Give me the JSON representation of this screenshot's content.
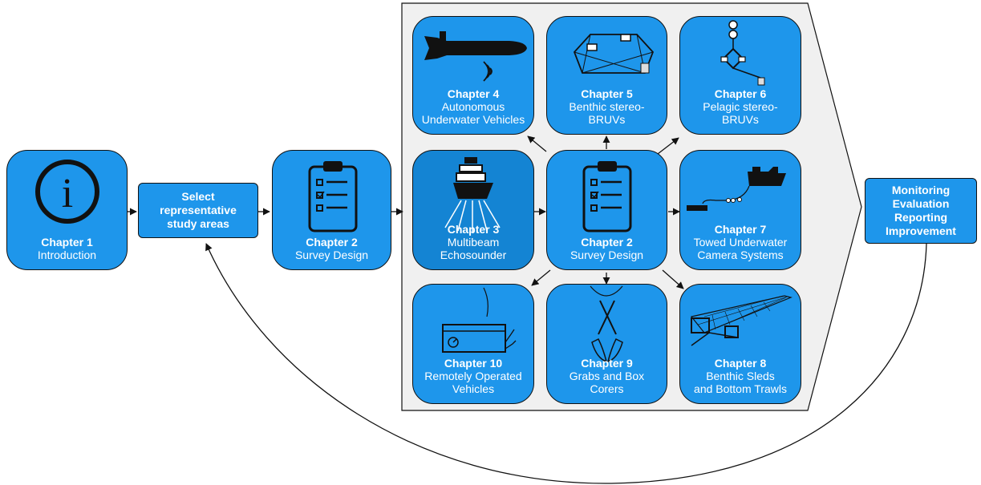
{
  "nodes": {
    "ch1": {
      "title": "Chapter 1",
      "sub": "Introduction",
      "icon": "info-icon"
    },
    "select": {
      "lines": [
        "Select",
        "representative",
        "study areas"
      ]
    },
    "ch2_left": {
      "title": "Chapter 2",
      "sub": "Survey Design",
      "icon": "clipboard-icon"
    },
    "ch3": {
      "title": "Chapter 3",
      "sub": [
        "Multibeam",
        "Echosounder"
      ],
      "icon": "ship-sonar-icon"
    },
    "ch2_center": {
      "title": "Chapter 2",
      "sub": "Survey Design",
      "icon": "clipboard-icon"
    },
    "ch4": {
      "title": "Chapter 4",
      "sub": [
        "Autonomous",
        "Underwater Vehicles"
      ],
      "icon": "auv-icon"
    },
    "ch5": {
      "title": "Chapter 5",
      "sub": [
        "Benthic stereo-",
        "BRUVs"
      ],
      "icon": "benthic-bruv-frame-icon"
    },
    "ch6": {
      "title": "Chapter 6",
      "sub": [
        "Pelagic stereo-",
        "BRUVs"
      ],
      "icon": "pelagic-bruv-icon"
    },
    "ch7": {
      "title": "Chapter 7",
      "sub": [
        "Towed Underwater",
        "Camera Systems"
      ],
      "icon": "towed-camera-icon"
    },
    "ch8": {
      "title": "Chapter 8",
      "sub": [
        "Benthic Sleds",
        "and Bottom Trawls"
      ],
      "icon": "trawl-net-icon"
    },
    "ch9": {
      "title": "Chapter 9",
      "sub": [
        "Grabs and Box",
        "Corers"
      ],
      "icon": "grab-sampler-icon"
    },
    "ch10": {
      "title": "Chapter 10",
      "sub": [
        "Remotely Operated",
        "Vehicles"
      ],
      "icon": "rov-icon"
    },
    "monitor": {
      "lines": [
        "Monitoring",
        "Evaluation",
        "Reporting",
        "Improvement"
      ]
    }
  },
  "colors": {
    "node_fill": "#1e96eb",
    "node_fill_dark": "#1484d3",
    "panel_fill": "#f0f0f0",
    "outline": "#111111"
  }
}
